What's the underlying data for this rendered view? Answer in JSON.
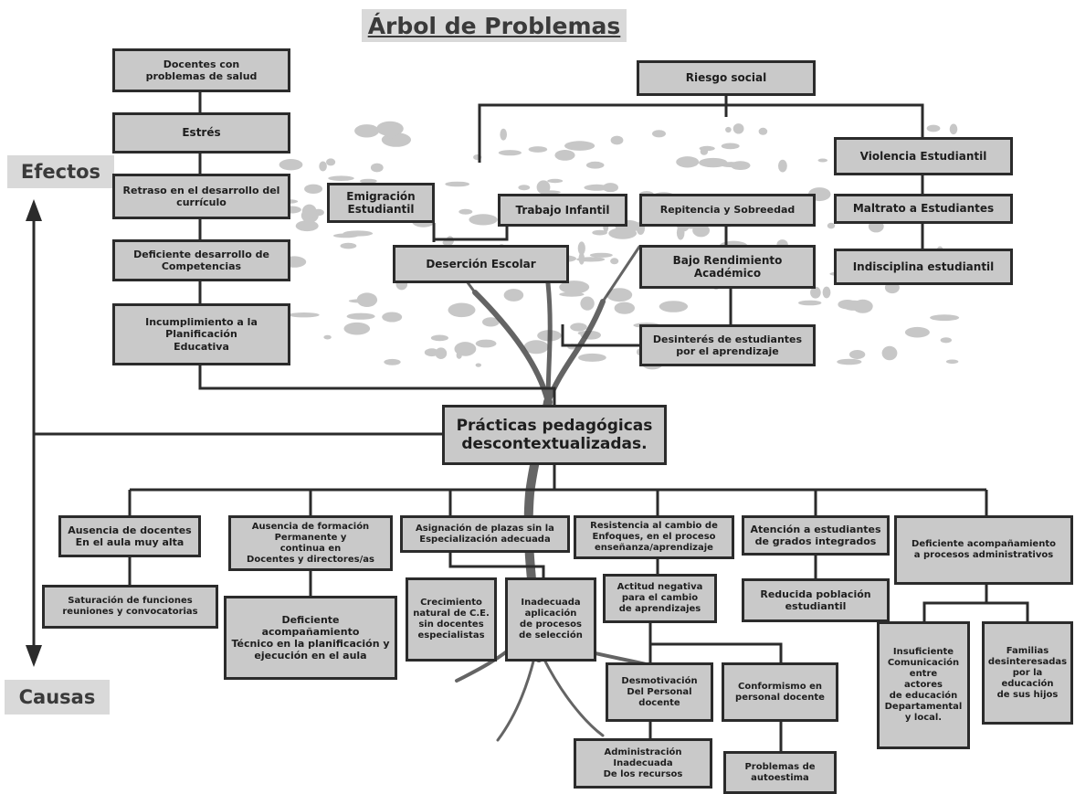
{
  "title": "Árbol de Problemas",
  "labels": {
    "effects": "Efectos",
    "causes": "Causas"
  },
  "central_problem": "Prácticas pedagógicas\ndescontextualizadas.",
  "effects": {
    "docentes_salud": "Docentes con\nproblemas de salud",
    "estres": "Estrés",
    "retraso_curriculo": "Retraso en el desarrollo del\ncurrículo",
    "deficiente_competencias": "Deficiente desarrollo de\nCompetencias",
    "incumplimiento_planificacion": "Incumplimiento a la\nPlanificación\nEducativa",
    "riesgo_social": "Riesgo social",
    "violencia_estudiantil": "Violencia Estudiantil",
    "maltrato_estudiantes": "Maltrato a Estudiantes",
    "indisciplina_estudiantil": "Indisciplina estudiantil",
    "emigracion_estudiantil": "Emigración\nEstudiantil",
    "trabajo_infantil": "Trabajo Infantil",
    "repitencia_sobreedad": "Repitencia y Sobreedad",
    "desercion_escolar": "Deserción Escolar",
    "bajo_rendimiento": "Bajo Rendimiento\nAcadémico",
    "desinteres_estudiantes": "Desinterés de estudiantes\npor el aprendizaje"
  },
  "causes": {
    "ausencia_docentes": "Ausencia de docentes\nEn el aula muy alta",
    "saturacion_funciones": "Saturación de funciones\nreuniones y convocatorias",
    "ausencia_formacion": "Ausencia de formación\nPermanente y\ncontinua en\nDocentes y directores/as",
    "deficiente_acompanamiento_tecnico": "Deficiente\nacompañamiento\nTécnico en la planificación y\nejecución en el aula",
    "asignacion_plazas": "Asignación de plazas sin la\nEspecialización adecuada",
    "crecimiento_natural": "Crecimiento\nnatural de C.E.\nsin docentes\nespecialistas",
    "inadecuada_aplicacion": "Inadecuada\naplicación\nde procesos\nde selección",
    "resistencia_cambio": "Resistencia al cambio de\nEnfoques, en el proceso\nenseñanza/aprendizaje",
    "actitud_negativa": "Actitud negativa\npara el cambio\nde aprendizajes",
    "desmotivacion_personal": "Desmotivación\nDel Personal\ndocente",
    "conformismo_docente": "Conformismo en\npersonal docente",
    "administracion_inadecuada": "Administración\nInadecuada\nDe los recursos",
    "problemas_autoestima": "Problemas de\nautoestima",
    "atencion_grados": "Atención a estudiantes\nde grados integrados",
    "reducida_poblacion": "Reducida población\nestudiantil",
    "deficiente_acompanamiento_admin": "Deficiente acompañamiento\na procesos administrativos",
    "insuficiente_comunicacion": "Insuficiente\nComunicación\nentre\nactores\nde educación\nDepartamental\ny local.",
    "familias_desinteresadas": "Familias\ndesinteresadas\npor la\neducación\nde sus hijos"
  }
}
